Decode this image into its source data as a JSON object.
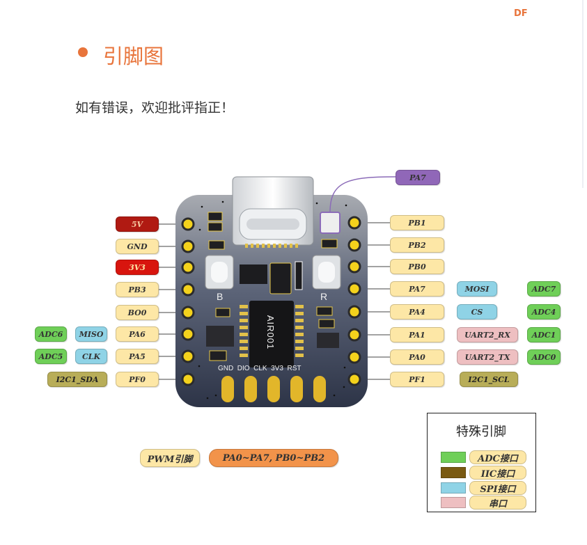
{
  "brand": "DF",
  "heading": "引脚图",
  "notice": "如有错误，欢迎批评指正！",
  "board": {
    "chip_label": "AIR001",
    "button_left": "B",
    "button_right": "R",
    "bottom_pins": "GND  DIO  CLK  3V3  RST"
  },
  "left_pins": [
    "5V",
    "GND",
    "3V3",
    "PB3",
    "BO0",
    "PA6",
    "PA5",
    "PF0"
  ],
  "right_pins": [
    "PB1",
    "PB2",
    "PB0",
    "PA7",
    "PA4",
    "PA1",
    "PA0",
    "PF1"
  ],
  "left_functions": {
    "row6_outer": "ADC6",
    "row6_inner": "MISO",
    "row7_outer": "ADC5",
    "row7_inner": "CLK",
    "row8": "I2C1_SDA"
  },
  "right_functions": {
    "row4_inner": "MOSI",
    "row4_outer": "ADC7",
    "row5_inner": "CS",
    "row5_outer": "ADC4",
    "row6_inner": "UART2_RX",
    "row6_outer": "ADC1",
    "row7_inner": "UART2_TX",
    "row7_outer": "ADC0",
    "row8_inner": "I2C1_SCL"
  },
  "led_pin": "PA7",
  "pwm": {
    "tag": "PWM引脚",
    "range": "PA0~PA7, PB0~PB2"
  },
  "legend": {
    "title": "特殊引脚",
    "items": [
      {
        "label": "ADC接口",
        "color": "#6fcf58"
      },
      {
        "label": "IIC接口",
        "color": "#7a5a12"
      },
      {
        "label": "SPI接口",
        "color": "#8fd3e6"
      },
      {
        "label": "串口",
        "color": "#eebfc1"
      }
    ]
  },
  "colors": {
    "accent": "#e8743b",
    "pin_label": "#fde7a6",
    "power": "#d8150e"
  }
}
